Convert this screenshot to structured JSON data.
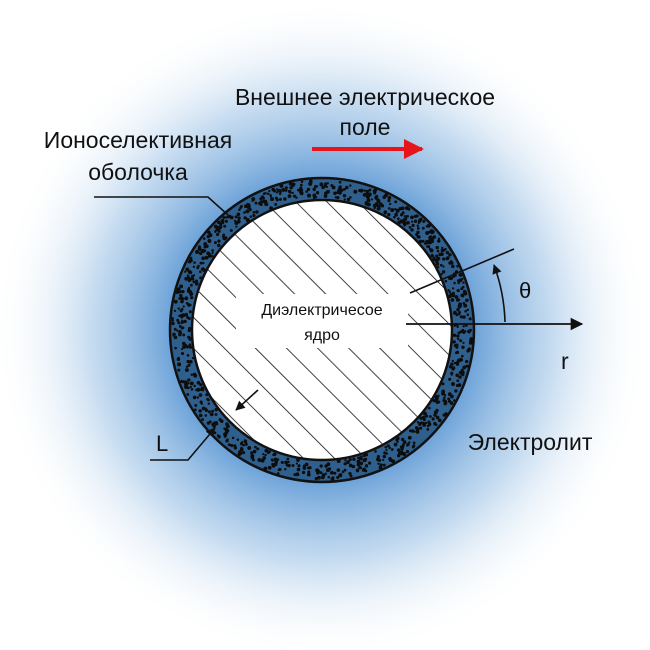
{
  "labels": {
    "field_line1": "Внешнее электрическое",
    "field_line2": "поле",
    "shell_line1": "Ионоселективная",
    "shell_line2": "оболочка",
    "core_line1": "Диэлектричесое",
    "core_line2": "ядро",
    "theta": "θ",
    "r": "r",
    "thickness": "L",
    "electrolyte": "Электролит"
  },
  "colors": {
    "electrolyte_glow": "#3d84cc",
    "shell": "#2f5f8c",
    "field_arrow": "#e8141b",
    "lines": "#111111"
  }
}
